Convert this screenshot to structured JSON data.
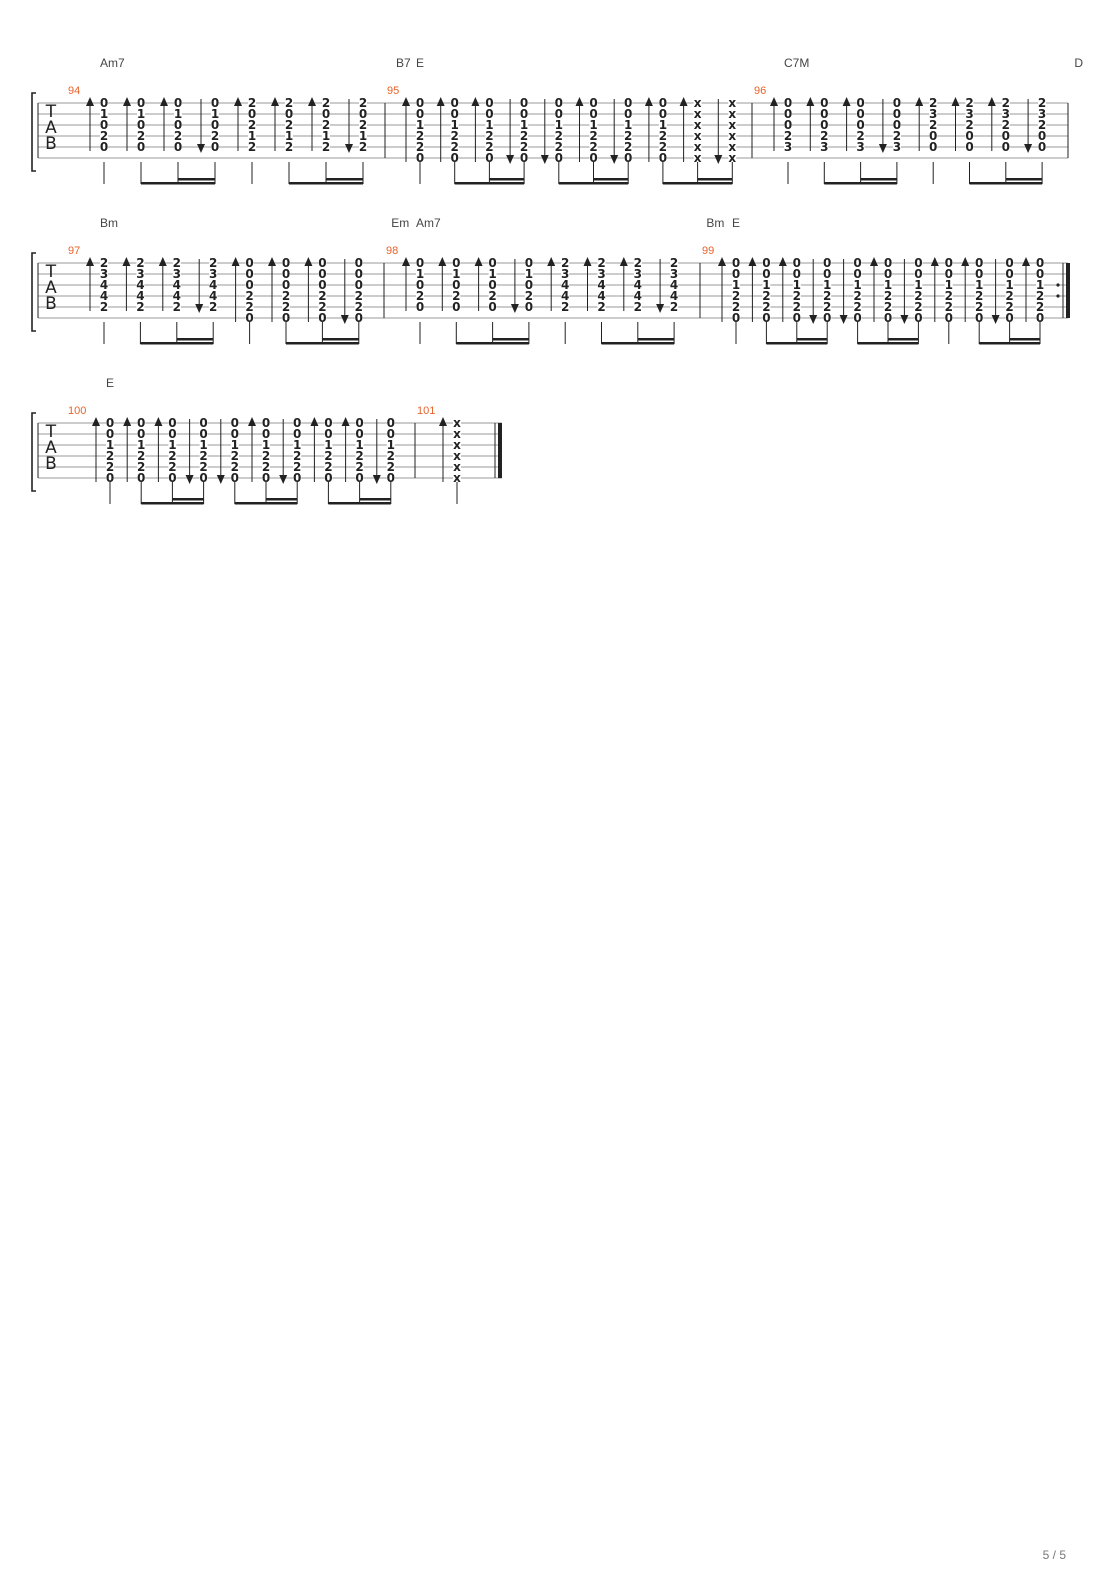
{
  "tab_label": [
    "T",
    "A",
    "B"
  ],
  "colors": {
    "measure_number": "#e8632a",
    "ink": "#222222",
    "staff_line": "#999999",
    "chord_name": "#444444"
  },
  "page_number": "5 / 5",
  "systems": [
    {
      "measures": [
        {
          "number": "94",
          "chords": [
            {
              "name": "Am7",
              "at": 0
            },
            {
              "name": "B7",
              "at": 8
            }
          ],
          "events": [
            {
              "stroke": "up",
              "frets": [
                "0",
                "1",
                "0",
                "2",
                "0",
                ""
              ]
            },
            {
              "stroke": "up",
              "frets": [
                "0",
                "1",
                "0",
                "2",
                "0",
                ""
              ]
            },
            {
              "stroke": "up",
              "frets": [
                "0",
                "1",
                "0",
                "2",
                "0",
                ""
              ]
            },
            {
              "stroke": "down",
              "frets": [
                "0",
                "1",
                "0",
                "2",
                "0",
                ""
              ]
            },
            {
              "stroke": "up",
              "frets": [
                "2",
                "0",
                "2",
                "1",
                "2",
                ""
              ]
            },
            {
              "stroke": "up",
              "frets": [
                "2",
                "0",
                "2",
                "1",
                "2",
                ""
              ]
            },
            {
              "stroke": "up",
              "frets": [
                "2",
                "0",
                "2",
                "1",
                "2",
                ""
              ]
            },
            {
              "stroke": "down",
              "frets": [
                "2",
                "0",
                "2",
                "1",
                "2",
                ""
              ]
            }
          ]
        },
        {
          "number": "95",
          "chords": [
            {
              "name": "E",
              "at": 0
            }
          ],
          "events": [
            {
              "stroke": "up",
              "frets": [
                "0",
                "0",
                "1",
                "2",
                "2",
                "0"
              ]
            },
            {
              "stroke": "up",
              "frets": [
                "0",
                "0",
                "1",
                "2",
                "2",
                "0"
              ]
            },
            {
              "stroke": "up",
              "frets": [
                "0",
                "0",
                "1",
                "2",
                "2",
                "0"
              ]
            },
            {
              "stroke": "down",
              "frets": [
                "0",
                "0",
                "1",
                "2",
                "2",
                "0"
              ]
            },
            {
              "stroke": "down",
              "frets": [
                "0",
                "0",
                "1",
                "2",
                "2",
                "0"
              ]
            },
            {
              "stroke": "up",
              "frets": [
                "0",
                "0",
                "1",
                "2",
                "2",
                "0"
              ]
            },
            {
              "stroke": "down",
              "frets": [
                "0",
                "0",
                "1",
                "2",
                "2",
                "0"
              ]
            },
            {
              "stroke": "up",
              "frets": [
                "0",
                "0",
                "1",
                "2",
                "2",
                "0"
              ]
            },
            {
              "stroke": "up",
              "frets": [
                "x",
                "x",
                "x",
                "x",
                "x",
                "x"
              ]
            },
            {
              "stroke": "down",
              "frets": [
                "x",
                "x",
                "x",
                "x",
                "x",
                "x"
              ]
            }
          ]
        },
        {
          "number": "96",
          "chords": [
            {
              "name": "C7M",
              "at": 0
            },
            {
              "name": "D",
              "at": 8
            }
          ],
          "events": [
            {
              "stroke": "up",
              "frets": [
                "0",
                "0",
                "0",
                "2",
                "3",
                ""
              ]
            },
            {
              "stroke": "up",
              "frets": [
                "0",
                "0",
                "0",
                "2",
                "3",
                ""
              ]
            },
            {
              "stroke": "up",
              "frets": [
                "0",
                "0",
                "0",
                "2",
                "3",
                ""
              ]
            },
            {
              "stroke": "down",
              "frets": [
                "0",
                "0",
                "0",
                "2",
                "3",
                ""
              ]
            },
            {
              "stroke": "up",
              "frets": [
                "2",
                "3",
                "2",
                "0",
                "0",
                ""
              ]
            },
            {
              "stroke": "up",
              "frets": [
                "2",
                "3",
                "2",
                "0",
                "0",
                ""
              ]
            },
            {
              "stroke": "up",
              "frets": [
                "2",
                "3",
                "2",
                "0",
                "0",
                ""
              ]
            },
            {
              "stroke": "down",
              "frets": [
                "2",
                "3",
                "2",
                "0",
                "0",
                ""
              ]
            }
          ]
        }
      ]
    },
    {
      "measures": [
        {
          "number": "97",
          "chords": [
            {
              "name": "Bm",
              "at": 0
            },
            {
              "name": "Em",
              "at": 8
            }
          ],
          "events": [
            {
              "stroke": "up",
              "frets": [
                "2",
                "3",
                "4",
                "4",
                "2",
                ""
              ]
            },
            {
              "stroke": "up",
              "frets": [
                "2",
                "3",
                "4",
                "4",
                "2",
                ""
              ]
            },
            {
              "stroke": "up",
              "frets": [
                "2",
                "3",
                "4",
                "4",
                "2",
                ""
              ]
            },
            {
              "stroke": "down",
              "frets": [
                "2",
                "3",
                "4",
                "4",
                "2",
                ""
              ]
            },
            {
              "stroke": "up",
              "frets": [
                "0",
                "0",
                "0",
                "2",
                "2",
                "0"
              ]
            },
            {
              "stroke": "up",
              "frets": [
                "0",
                "0",
                "0",
                "2",
                "2",
                "0"
              ]
            },
            {
              "stroke": "up",
              "frets": [
                "0",
                "0",
                "0",
                "2",
                "2",
                "0"
              ]
            },
            {
              "stroke": "down",
              "frets": [
                "0",
                "0",
                "0",
                "2",
                "2",
                "0"
              ]
            }
          ]
        },
        {
          "number": "98",
          "chords": [
            {
              "name": "Am7",
              "at": 0
            },
            {
              "name": "Bm",
              "at": 8
            }
          ],
          "events": [
            {
              "stroke": "up",
              "frets": [
                "0",
                "1",
                "0",
                "2",
                "0",
                ""
              ]
            },
            {
              "stroke": "up",
              "frets": [
                "0",
                "1",
                "0",
                "2",
                "0",
                ""
              ]
            },
            {
              "stroke": "up",
              "frets": [
                "0",
                "1",
                "0",
                "2",
                "0",
                ""
              ]
            },
            {
              "stroke": "down",
              "frets": [
                "0",
                "1",
                "0",
                "2",
                "0",
                ""
              ]
            },
            {
              "stroke": "up",
              "frets": [
                "2",
                "3",
                "4",
                "4",
                "2",
                ""
              ]
            },
            {
              "stroke": "up",
              "frets": [
                "2",
                "3",
                "4",
                "4",
                "2",
                ""
              ]
            },
            {
              "stroke": "up",
              "frets": [
                "2",
                "3",
                "4",
                "4",
                "2",
                ""
              ]
            },
            {
              "stroke": "down",
              "frets": [
                "2",
                "3",
                "4",
                "4",
                "2",
                ""
              ]
            }
          ]
        },
        {
          "number": "99",
          "chords": [
            {
              "name": "E",
              "at": 0
            }
          ],
          "repeat_end": true,
          "events": [
            {
              "stroke": "up",
              "frets": [
                "0",
                "0",
                "1",
                "2",
                "2",
                "0"
              ]
            },
            {
              "stroke": "up",
              "frets": [
                "0",
                "0",
                "1",
                "2",
                "2",
                "0"
              ]
            },
            {
              "stroke": "up",
              "frets": [
                "0",
                "0",
                "1",
                "2",
                "2",
                "0"
              ]
            },
            {
              "stroke": "down",
              "frets": [
                "0",
                "0",
                "1",
                "2",
                "2",
                "0"
              ]
            },
            {
              "stroke": "down",
              "frets": [
                "0",
                "0",
                "1",
                "2",
                "2",
                "0"
              ]
            },
            {
              "stroke": "up",
              "frets": [
                "0",
                "0",
                "1",
                "2",
                "2",
                "0"
              ]
            },
            {
              "stroke": "down",
              "frets": [
                "0",
                "0",
                "1",
                "2",
                "2",
                "0"
              ]
            },
            {
              "stroke": "up",
              "frets": [
                "0",
                "0",
                "1",
                "2",
                "2",
                "0"
              ]
            },
            {
              "stroke": "up",
              "frets": [
                "0",
                "0",
                "1",
                "2",
                "2",
                "0"
              ]
            },
            {
              "stroke": "down",
              "frets": [
                "0",
                "0",
                "1",
                "2",
                "2",
                "0"
              ]
            },
            {
              "stroke": "up",
              "frets": [
                "0",
                "0",
                "1",
                "2",
                "2",
                "0"
              ]
            }
          ]
        }
      ]
    },
    {
      "measures": [
        {
          "number": "100",
          "chords": [
            {
              "name": "E",
              "at": 0
            }
          ],
          "events": [
            {
              "stroke": "up",
              "frets": [
                "0",
                "0",
                "1",
                "2",
                "2",
                "0"
              ]
            },
            {
              "stroke": "up",
              "frets": [
                "0",
                "0",
                "1",
                "2",
                "2",
                "0"
              ]
            },
            {
              "stroke": "up",
              "frets": [
                "0",
                "0",
                "1",
                "2",
                "2",
                "0"
              ]
            },
            {
              "stroke": "down",
              "frets": [
                "0",
                "0",
                "1",
                "2",
                "2",
                "0"
              ]
            },
            {
              "stroke": "down",
              "frets": [
                "0",
                "0",
                "1",
                "2",
                "2",
                "0"
              ]
            },
            {
              "stroke": "up",
              "frets": [
                "0",
                "0",
                "1",
                "2",
                "2",
                "0"
              ]
            },
            {
              "stroke": "down",
              "frets": [
                "0",
                "0",
                "1",
                "2",
                "2",
                "0"
              ]
            },
            {
              "stroke": "up",
              "frets": [
                "0",
                "0",
                "1",
                "2",
                "2",
                "0"
              ]
            },
            {
              "stroke": "up",
              "frets": [
                "0",
                "0",
                "1",
                "2",
                "2",
                "0"
              ]
            },
            {
              "stroke": "down",
              "frets": [
                "0",
                "0",
                "1",
                "2",
                "2",
                "0"
              ]
            }
          ]
        },
        {
          "number": "101",
          "chords": [],
          "final": true,
          "events": [
            {
              "stroke": "up",
              "frets": [
                "x",
                "x",
                "x",
                "x",
                "x",
                "x"
              ]
            }
          ]
        }
      ]
    }
  ]
}
